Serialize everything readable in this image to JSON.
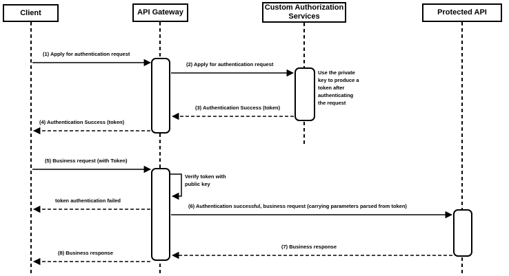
{
  "diagram_type": "sequence-diagram",
  "colors": {
    "line": "#000000",
    "background": "#ffffff",
    "actor_fill": "#ffffff"
  },
  "actors": [
    {
      "label": "Client"
    },
    {
      "label": "API Gateway"
    },
    {
      "label": "Custom Authorization Services"
    },
    {
      "label": "Protected API"
    }
  ],
  "messages": [
    {
      "label": "(1) Apply for authentication request",
      "from": "Client",
      "to": "API Gateway",
      "style": "solid"
    },
    {
      "label": "(2) Apply for authentication request",
      "from": "API Gateway",
      "to": "Custom Authorization Services",
      "style": "solid"
    },
    {
      "label": "(3) Authentication Success (token)",
      "from": "Custom Authorization Services",
      "to": "API Gateway",
      "style": "dashed"
    },
    {
      "label": "(4) Authentication Success (token)",
      "from": "API Gateway",
      "to": "Client",
      "style": "dashed"
    },
    {
      "label": "(5) Business request (with Token)",
      "from": "Client",
      "to": "API Gateway",
      "style": "solid"
    },
    {
      "label": "Verify token with public key",
      "from": "API Gateway",
      "to": "API Gateway",
      "style": "self"
    },
    {
      "label": "token authentication failed",
      "from": "API Gateway",
      "to": "Client",
      "style": "dashed"
    },
    {
      "label": "(6) Authentication successful, business request (carrying parameters parsed from token)",
      "from": "API Gateway",
      "to": "Protected API",
      "style": "solid"
    },
    {
      "label": "(7) Business response",
      "from": "Protected API",
      "to": "API Gateway",
      "style": "dashed"
    },
    {
      "label": "(8) Business response",
      "from": "API Gateway",
      "to": "Client",
      "style": "dashed"
    }
  ],
  "notes": [
    {
      "text": "Use the private key to produce a token after authenticating the request",
      "attached_to": "Custom Authorization Services"
    }
  ]
}
